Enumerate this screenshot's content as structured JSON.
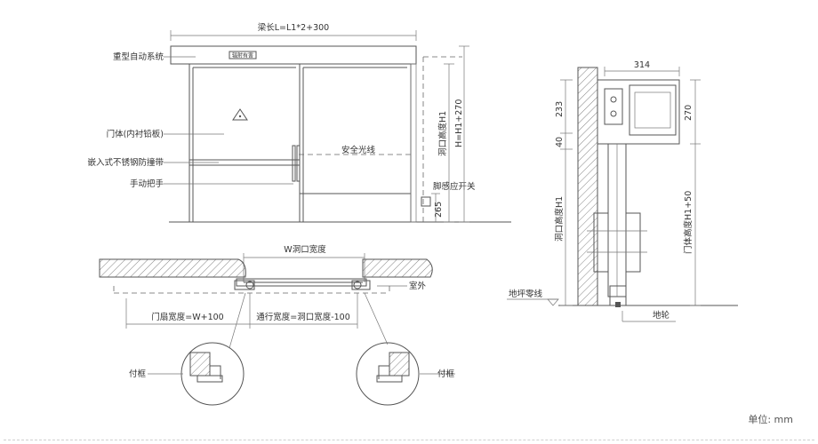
{
  "front": {
    "beam_length": "梁长L=L1*2+300",
    "auto_system": "重型自动系统",
    "radiation_sign": "辐射有害",
    "door_body": "门体(内衬铅板)",
    "steel_strip": "嵌入式不锈钢防撞带",
    "handle": "手动把手",
    "safety_beam": "安全光线",
    "foot_switch": "脚感应开关",
    "opening_height": "洞口高度H1",
    "total_height": "H=H1+270",
    "dim_265": "265"
  },
  "plan": {
    "opening_width": "W洞口宽度",
    "outdoor": "室外",
    "leaf_width": "门扇宽度=W+100",
    "pass_width": "通行宽度=洞口宽度-100",
    "frame_left": "付框",
    "frame_right": "付框"
  },
  "side": {
    "dim_314": "314",
    "dim_233": "233",
    "dim_270": "270",
    "dim_40": "40",
    "opening_height": "洞口高度H1",
    "door_height": "门体高度H1+50",
    "floor_line": "地坪零线",
    "wheel": "地轮"
  },
  "footer": {
    "unit": "单位:  mm"
  }
}
